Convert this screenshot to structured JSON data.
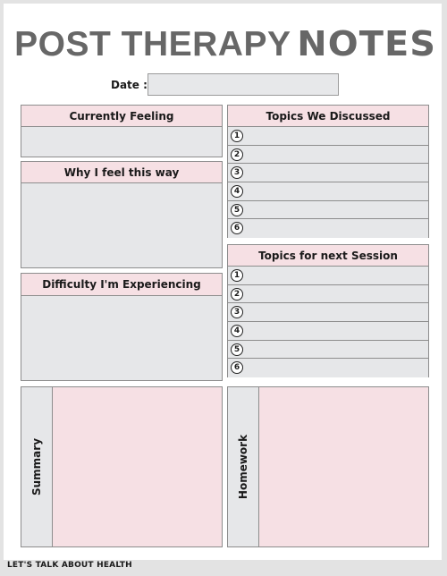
{
  "header": {
    "title_main": "POST THERAPY",
    "title_accent": "NOTES"
  },
  "date": {
    "label": "Date :",
    "value": ""
  },
  "currently_feeling": {
    "label": "Currently Feeling"
  },
  "why_i_feel": {
    "label": "Why I feel this way"
  },
  "difficulty": {
    "label": "Difficulty I'm Experiencing"
  },
  "topics_discussed": {
    "label": "Topics We Discussed",
    "items": [
      "1",
      "2",
      "3",
      "4",
      "5",
      "6"
    ]
  },
  "topics_next": {
    "label": "Topics for next Session",
    "items": [
      "1",
      "2",
      "3",
      "4",
      "5",
      "6"
    ]
  },
  "summary": {
    "label": "Summary"
  },
  "homework": {
    "label": "Homework"
  },
  "footer": {
    "text": "LET'S TALK ABOUT HEALTH"
  },
  "colors": {
    "pink": "#f6e0e4",
    "gray": "#e6e7e9",
    "title": "#676767"
  }
}
